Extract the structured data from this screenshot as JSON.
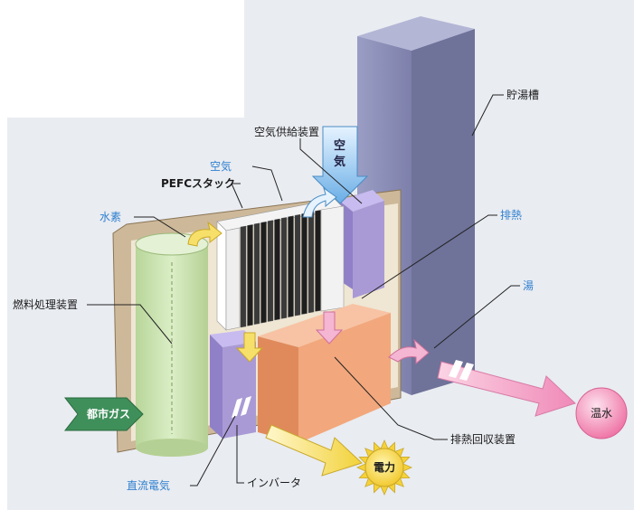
{
  "labels": {
    "storage_tank": "貯湯槽",
    "air_supply_device": "空気供給装置",
    "air_inlet": "空気",
    "air": "空気",
    "pefc_stack": "PEFCスタック",
    "hydrogen": "水素",
    "exhaust_heat": "排熱",
    "hot_water": "湯",
    "fuel_processor": "燃料処理装置",
    "city_gas": "都市ガス",
    "warm_water": "温水",
    "exhaust_heat_recovery": "排熱回収装置",
    "electric_power": "電力",
    "dc_electricity": "直流電気",
    "inverter": "インバータ"
  },
  "colors": {
    "tank": "#8e91b8",
    "background_panel": "#e9ecf1",
    "frame": "#cdb99a",
    "fuel_processor": "#cfe3b8",
    "stack_plates": "#2a2a2a",
    "air_supply": "#a99ad6",
    "heat_recovery": "#f2a77c",
    "inverter": "#a99ad6",
    "air_arrow": "#7bb6e6",
    "city_gas_arrow": "#3f8f5a",
    "heat_arrow": "#f0a8c8",
    "warm_water_ball": "#f07aa8",
    "power_ball": "#f5d23a",
    "blue_label": "#2f7fd0"
  }
}
